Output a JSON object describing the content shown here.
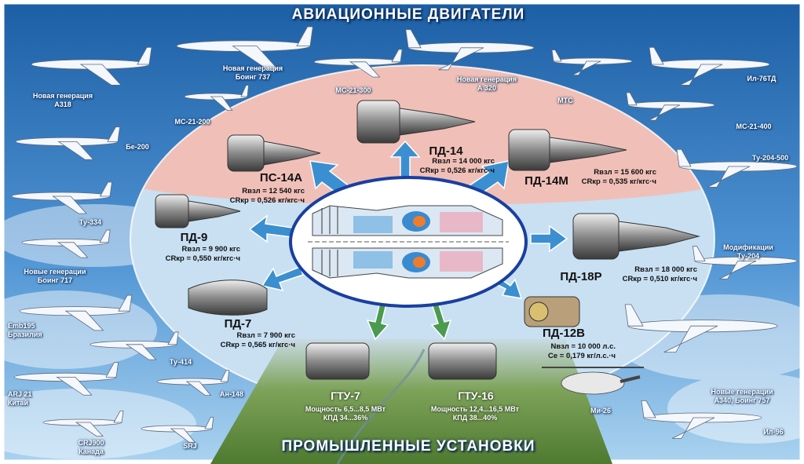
{
  "title_top": "АВИАЦИОННЫЕ ДВИГАТЕЛИ",
  "title_bottom": "ПРОМЫШЛЕННЫЕ УСТАНОВКИ",
  "aircraft": {
    "a318": "Новая генерация\nА318",
    "boeing737": "Новая генерация\nБоинг 737",
    "ms21_300": "МС-21-300",
    "a320": "Новая генерация\nА 320",
    "mts": "МТС",
    "il76td": "Ил-76ТД",
    "ms21_200": "МС-21-200",
    "ms21_400": "МС-21-400",
    "be200": "Бе-200",
    "tu204_500": "Ту-204-500",
    "tu334": "Ту-334",
    "tu204_mod": "Модификации\nТу-204",
    "boeing717": "Новые генерации\nБоинг 717",
    "emb195": "Emb195\nБразилия",
    "tu414": "Ту-414",
    "an148": "Ан-148",
    "arj21": "ARJ 21\nКитай",
    "crj900": "CRJ900\nКанада",
    "srj": "SRJ",
    "mi26": "Ми-26",
    "a340": "Новые генерации\nА340, Боинг 757",
    "il96": "Ил-96"
  },
  "engines": {
    "ps14a": {
      "name": "ПС-14А",
      "spec": "Rвзл = 12 540 кгс\nCRкр = 0,526 кг/кгс·ч"
    },
    "pd14": {
      "name": "ПД-14",
      "spec": "Rвзл = 14 000 кгс\nCRкр = 0,526 кг/кгс·ч"
    },
    "pd14m": {
      "name": "ПД-14М",
      "spec": "Rвзл = 15 600 кгс\nCRкр = 0,535 кг/кгс·ч"
    },
    "pd9": {
      "name": "ПД-9",
      "spec": "Rвзл = 9 900 кгс\nCRкр = 0,550 кг/кгс·ч"
    },
    "pd18r": {
      "name": "ПД-18Р",
      "spec": "Rвзл = 18 000 кгс\nCRкр = 0,510 кг/кгс·ч"
    },
    "pd7": {
      "name": "ПД-7",
      "spec": "Rвзл = 7 900 кгс\nCRкр = 0,565 кг/кгс·ч"
    },
    "pd12v": {
      "name": "ПД-12В",
      "spec": "Nвзл = 10 000 л.с.\nCe = 0,179 кг/л.с.·ч"
    }
  },
  "gtu": {
    "gtu7": {
      "name": "ГТУ-7",
      "spec": "Мощность 6,5...8,5 МВт\nКПД 34...36%"
    },
    "gtu16": {
      "name": "ГТУ-16",
      "spec": "Мощность 12,4...16,5 МВт\nКПД 38...40%"
    }
  },
  "colors": {
    "sky_top": "#1d5fa5",
    "sky_bottom": "#8ec3ea",
    "center_pink": "#f0c0b8",
    "center_blue": "#c8e0f2",
    "arrow_blue": "#3b8fd0",
    "arrow_green": "#4a9a50",
    "ellipse_stroke": "#1a3fa0"
  }
}
